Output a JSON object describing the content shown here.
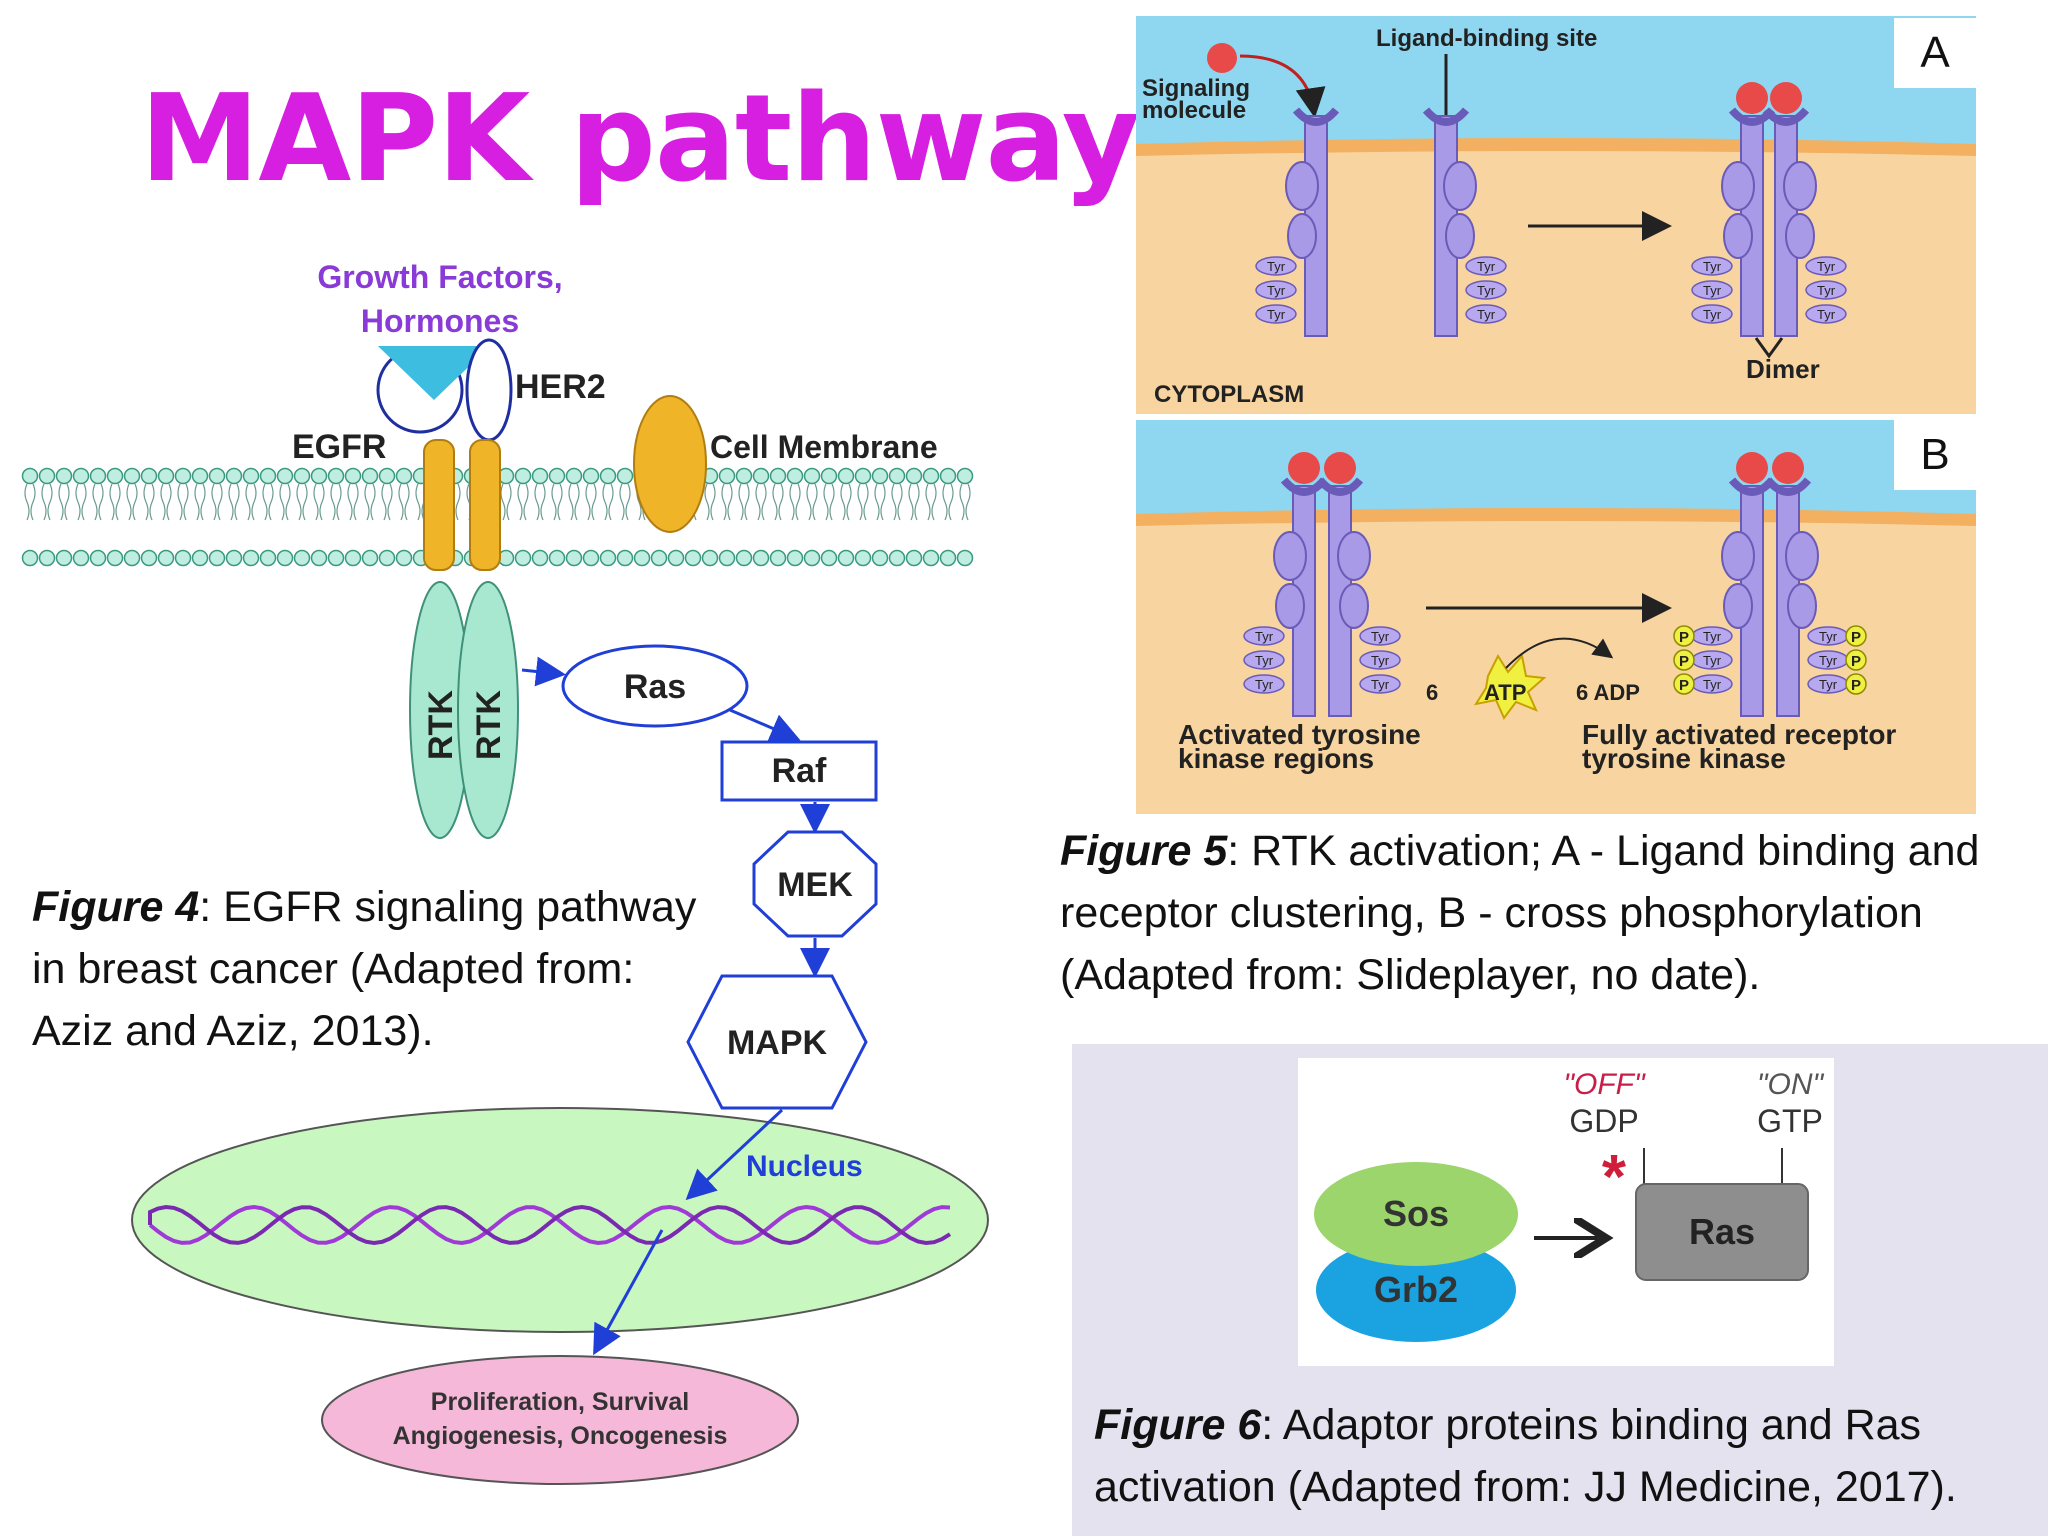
{
  "title": "MAPK pathway",
  "fig4": {
    "growth_factors_1": "Growth Factors,",
    "growth_factors_2": "Hormones",
    "her2": "HER2",
    "egfr": "EGFR",
    "cell_membrane": "Cell Membrane",
    "rtk": "RTK",
    "ras": "Ras",
    "raf": "Raf",
    "mek": "MEK",
    "mapk": "MAPK",
    "nucleus": "Nucleus",
    "outcome_1": "Proliferation, Survival",
    "outcome_2": "Angiogenesis, Oncogenesis",
    "caption_label": "Figure 4",
    "caption_text_1": ": EGFR signaling pathway",
    "caption_text_2": "in breast cancer (Adapted from:",
    "caption_text_3": "Aziz and Aziz, 2013)."
  },
  "fig5": {
    "panel_a": "A",
    "panel_b": "B",
    "ligand_site": "Ligand-binding site",
    "signaling_1": "Signaling",
    "signaling_2": "molecule",
    "tyr": "Tyr",
    "p": "P",
    "dimer": "Dimer",
    "cytoplasm": "CYTOPLASM",
    "atp": "ATP",
    "atp_count": "6",
    "adp": "6 ADP",
    "activated_1": "Activated tyrosine",
    "activated_2": "kinase regions",
    "fully_1": "Fully activated receptor",
    "fully_2": "tyrosine kinase",
    "caption_label": "Figure 5",
    "caption_text_1": ": RTK activation; A - Ligand binding and",
    "caption_text_2": "receptor clustering, B - cross phosphorylation",
    "caption_text_3": "(Adapted from: Slideplayer, no date)."
  },
  "fig6": {
    "off": "\"OFF\"",
    "on": "\"ON\"",
    "gdp": "GDP",
    "gtp": "GTP",
    "sos": "Sos",
    "grb2": "Grb2",
    "ras": "Ras",
    "star": "*",
    "caption_label": "Figure 6",
    "caption_text_1": ": Adaptor proteins binding and Ras",
    "caption_text_2": "activation (Adapted from: JJ Medicine, 2017)."
  },
  "colors": {
    "title": "#d61fe0",
    "rtk": "#a8e8d0",
    "membrane_band": "#f0b429",
    "pathway_blue": "#1f3fd6",
    "nucleus": "#c9f7c0",
    "outcome": "#f5b8d8",
    "receptor": "#a89ae6",
    "ligand": "#e84a4a",
    "sky": "#8fd6f0",
    "cytoplasm": "#f8d5a0",
    "sos": "#9bd56b",
    "grb2": "#1aa3e0",
    "ras_box": "#8e8e8e"
  }
}
